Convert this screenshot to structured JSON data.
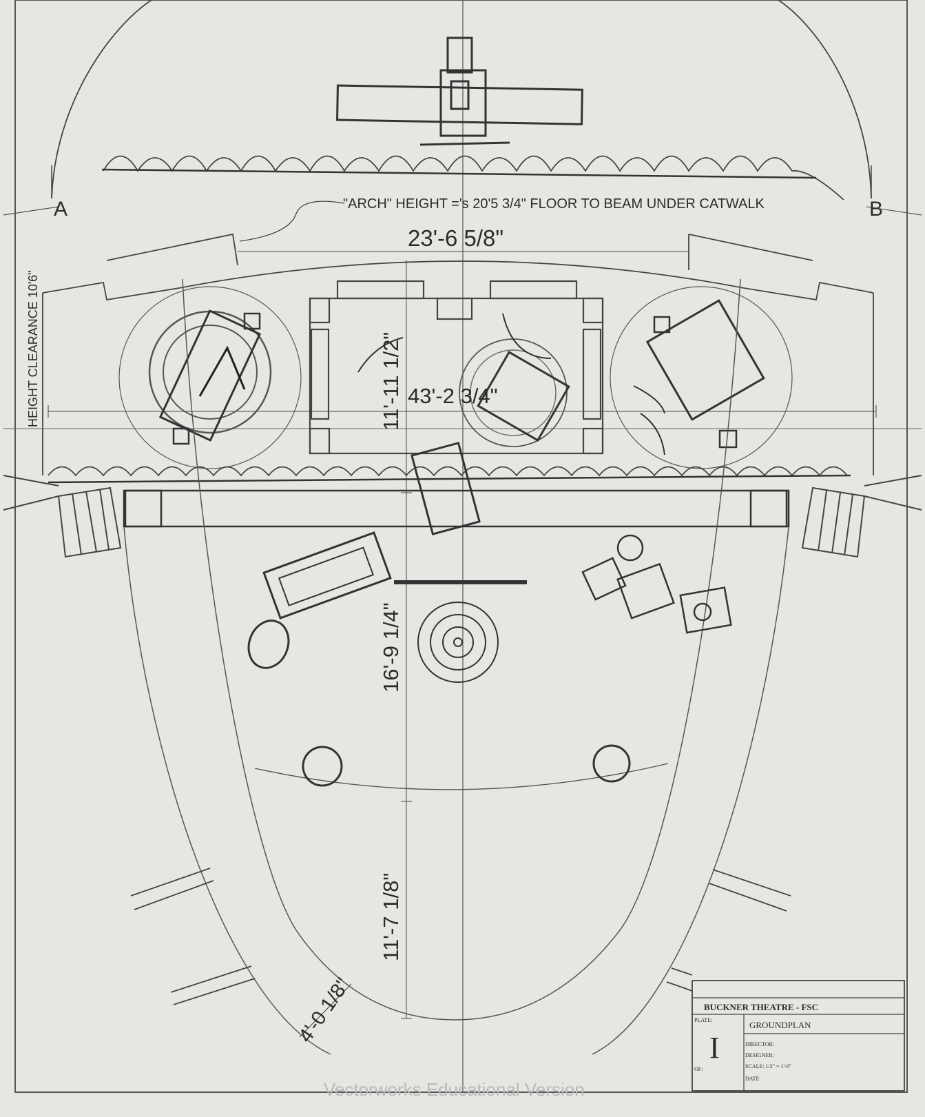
{
  "labels": {
    "point_a": "A",
    "point_b": "B",
    "arch_height": "\"ARCH\" HEIGHT ='s 20'5 3/4\"  FLOOR TO BEAM UNDER CATWALK",
    "height_clearance": "HEIGHT CLEARANCE 10'6\""
  },
  "dimensions": {
    "arch_width": "23'-6 5/8\"",
    "stage_width": "43'-2 3/4\"",
    "upstage_depth": "11'-11 1/2\"",
    "mid_depth": "16'-9 1/4\"",
    "downstage_depth": "11'-7 1/8\"",
    "apron_width": "4'-0 1/8\""
  },
  "title_block": {
    "theatre": "BUCKNER THEATRE - FSC",
    "plate_label": "PLATE:",
    "plate_number": "I",
    "of_label": "OF:",
    "sheet_title": "GROUNDPLAN",
    "director_label": "DIRECTOR:",
    "designer_label": "DESIGNER:",
    "scale_label": "SCALE: 1/2\" = 1'-0\"",
    "date_label": "DATE:"
  },
  "watermark": "Vectorworks Educational Version",
  "colors": {
    "paper": "#e6e6e3",
    "pencil": "#3a3a3a",
    "fine_line": "#6a6a6a",
    "watermark": "#b9b9b9"
  }
}
